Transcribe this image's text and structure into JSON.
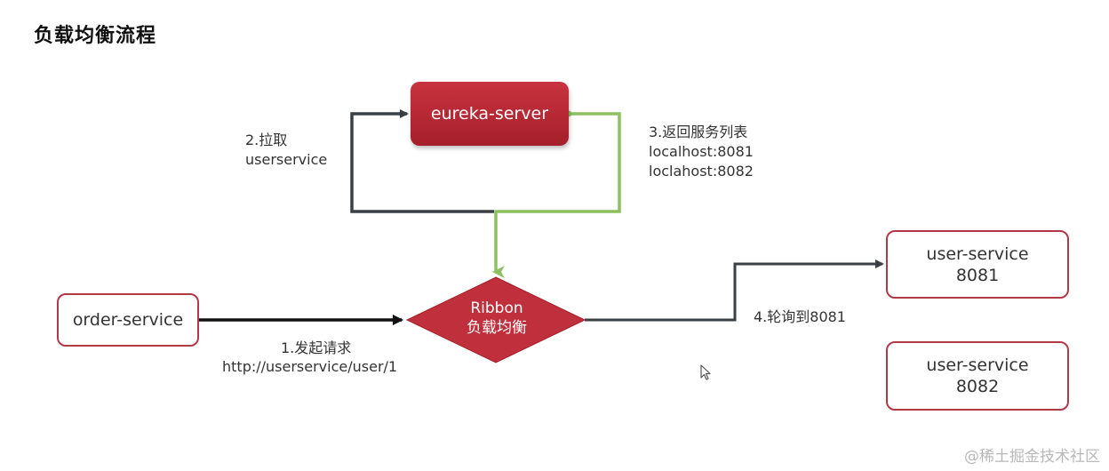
{
  "title": "负载均衡流程",
  "nodes": {
    "eureka_server": "eureka-server",
    "order_service": "order-service",
    "ribbon": {
      "line1": "Ribbon",
      "line2": "负载均衡"
    },
    "user_service_1": {
      "line1": "user-service",
      "line2": "8081"
    },
    "user_service_2": {
      "line1": "user-service",
      "line2": "8082"
    }
  },
  "edges": {
    "request": {
      "line1": "1.发起请求",
      "line2": "http://userservice/user/1"
    },
    "pull": {
      "line1": "2.拉取",
      "line2": "userservice"
    },
    "return_list": {
      "line1": "3.返回服务列表",
      "line2": "localhost:8081",
      "line3": "loclahost:8082"
    },
    "poll": "4.轮询到8081"
  },
  "watermark": "@稀土掘金技术社区",
  "colors": {
    "node_border": "#b23a48",
    "node_fill": "#c0303c",
    "dark_line": "#3a3f44",
    "green_line": "#8cc060"
  }
}
